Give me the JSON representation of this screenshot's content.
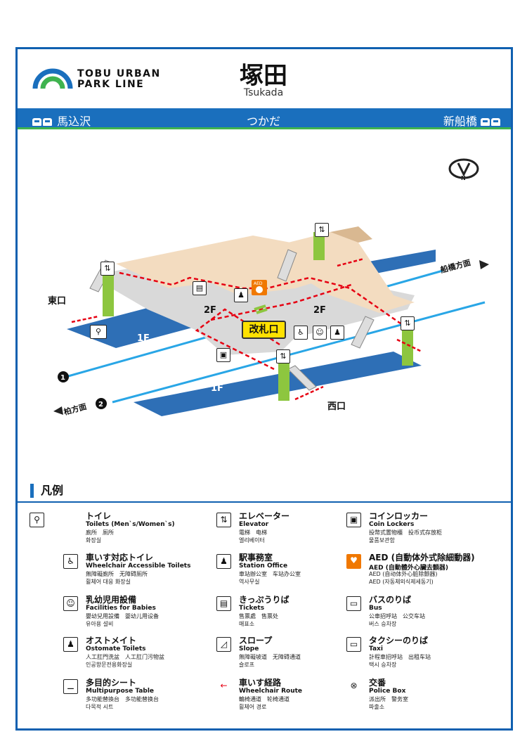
{
  "header": {
    "logo_line1": "TOBU URBAN",
    "logo_line2": "PARK LINE",
    "station_name": "塚田",
    "station_roman": "Tsukada"
  },
  "bar": {
    "prev_station": "馬込沢",
    "reading": "つかだ",
    "next_station": "新船橋"
  },
  "map": {
    "east_exit": "東口",
    "west_exit": "西口",
    "floor_2f_left": "2F",
    "floor_2f_right": "2F",
    "floor_1f_upper": "1F",
    "floor_1f_lower": "1F",
    "ticket_gate": "改札口",
    "direction_funabashi": "船橋方面",
    "direction_kashiwa": "柏方面",
    "track1": "1",
    "track2": "2",
    "aed_tag": "AED",
    "compass": "N"
  },
  "legend": {
    "title": "凡例",
    "items": [
      {
        "icon": "toilet-icon",
        "ja": "トイレ",
        "en": "Toilets (Men`s/Women`s)",
        "sub1": "廁所　厕所",
        "sub2": "화장실"
      },
      {
        "icon": "wheelchair-toilet-icon",
        "ja": "車いす対応トイレ",
        "en": "Wheelchair Accessible Toilets",
        "sub1": "無障礙廁所　无障碍厕所",
        "sub2": "휠체어 대응 화장실"
      },
      {
        "icon": "baby-facilities-icon",
        "ja": "乳幼児用設備",
        "en": "Facilities for Babies",
        "sub1": "嬰幼兒用設備　婴幼儿用设备",
        "sub2": "유아용 설비"
      },
      {
        "icon": "ostomate-icon",
        "ja": "オストメイト",
        "en": "Ostomate Toilets",
        "sub1": "人工肛門洗盆　人工肛门污物盆",
        "sub2": "인공항문전용화장실"
      },
      {
        "icon": "multipurpose-table-icon",
        "ja": "多目的シート",
        "en": "Multipurpose Table",
        "sub1": "多功能替換台　多功能替换台",
        "sub2": "다목적 시트"
      },
      {
        "icon": "elevator-icon",
        "ja": "エレベーター",
        "en": "Elevator",
        "sub1": "電梯　电梯",
        "sub2": "엘리베이터"
      },
      {
        "icon": "station-office-icon",
        "ja": "駅事務室",
        "en": "Station Office",
        "sub1": "車站辦公室　车站办公室",
        "sub2": "역사무실"
      },
      {
        "icon": "tickets-icon",
        "ja": "きっぷうりば",
        "en": "Tickets",
        "sub1": "售票處　售票处",
        "sub2": "매표소"
      },
      {
        "icon": "slope-icon",
        "ja": "スロープ",
        "en": "Slope",
        "sub1": "無障礙坡道　无障碍通道",
        "sub2": "슬로프"
      },
      {
        "icon": "wheelchair-route-icon",
        "ja": "車いす経路",
        "en": "Wheelchair Route",
        "sub1": "輪椅通道　轮椅通道",
        "sub2": "휠체어 경로"
      },
      {
        "icon": "coin-locker-icon",
        "ja": "コインロッカー",
        "en": "Coin Lockers",
        "sub1": "投幣式置物櫃　投币式存放柜",
        "sub2": "물품보관함"
      },
      {
        "icon": "aed-icon",
        "ja": "AED (自動体外式除細動器)",
        "en": "AED (自動體外心臟去顫器)",
        "sub1": "AED (自动体外心脏除颤器)",
        "sub2": "AED (자동체외식제세동기)"
      },
      {
        "icon": "bus-icon",
        "ja": "バスのりば",
        "en": "Bus",
        "sub1": "公車招呼站　公交车站",
        "sub2": "버스 승차장"
      },
      {
        "icon": "taxi-icon",
        "ja": "タクシーのりば",
        "en": "Taxi",
        "sub1": "計程車招呼站　出租车站",
        "sub2": "택시 승차장"
      },
      {
        "icon": "police-box-icon",
        "ja": "交番",
        "en": "Police Box",
        "sub1": "派出所　警务室",
        "sub2": "파출소"
      }
    ]
  },
  "colors": {
    "brand_blue": "#1a6fbd",
    "brand_green": "#3fb34f",
    "platform_blue": "#2e6fb6",
    "concourse_gray": "#d9d9d9",
    "concourse_tan": "#f3dcc0",
    "route_red": "#e60012",
    "gate_yellow": "#ffe100",
    "aed_orange": "#f07800"
  }
}
